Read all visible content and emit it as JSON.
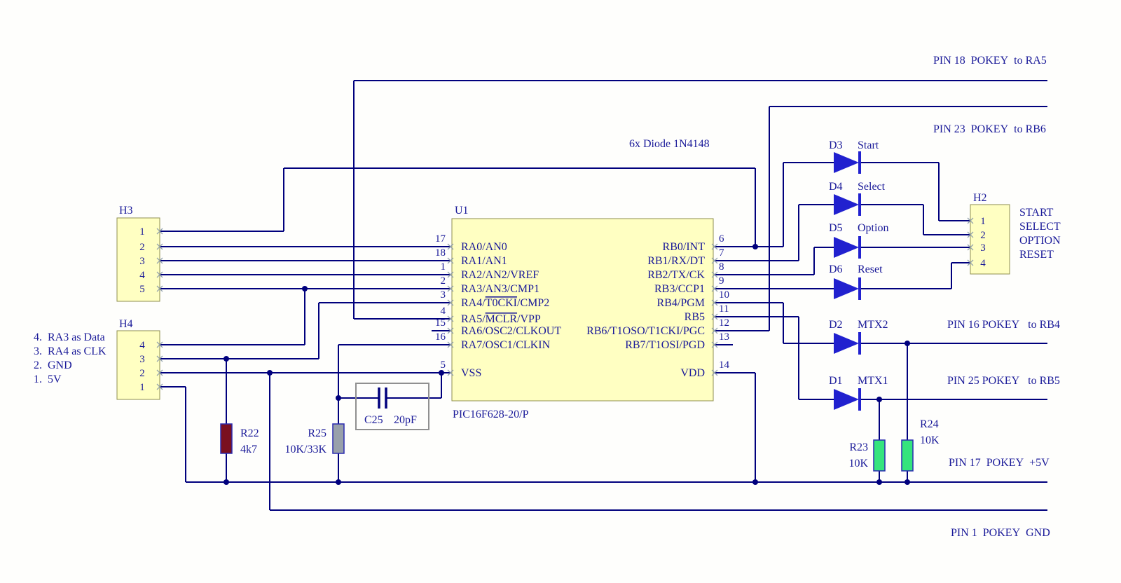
{
  "schematic": {
    "note_diodes": "6x Diode 1N4148",
    "part_label": "PIC16F628-20/P"
  },
  "h3": {
    "label": "H3",
    "pins": [
      "1",
      "2",
      "3",
      "4",
      "5"
    ]
  },
  "h4": {
    "label": "H4",
    "pins": [
      "4",
      "3",
      "2",
      "1"
    ],
    "notes": [
      "4.  RA3 as Data",
      "3.  RA4 as CLK",
      "2.  GND",
      "1.  5V"
    ]
  },
  "h2": {
    "label": "H2",
    "pins": [
      "1",
      "2",
      "3",
      "4"
    ],
    "functions": [
      "START",
      "SELECT",
      "OPTION",
      "RESET"
    ]
  },
  "u1": {
    "label": "U1",
    "left_pins": [
      {
        "num": "17",
        "pre": "RA0/AN0",
        "over": "",
        "post": ""
      },
      {
        "num": "18",
        "pre": "RA1/AN1",
        "over": "",
        "post": ""
      },
      {
        "num": "1",
        "pre": "RA2/AN2/VREF",
        "over": "",
        "post": ""
      },
      {
        "num": "2",
        "pre": "RA3/AN3/CMP1",
        "over": "",
        "post": ""
      },
      {
        "num": "3",
        "pre": "RA4/",
        "over": "T0CKI",
        "post": "/CMP2"
      },
      {
        "num": "4",
        "pre": "RA5/",
        "over": "MCLR",
        "post": "/VPP"
      },
      {
        "num": "15",
        "pre": "RA6/OSC2/CLKOUT",
        "over": "",
        "post": ""
      },
      {
        "num": "16",
        "pre": "RA7/OSC1/CLKIN",
        "over": "",
        "post": ""
      },
      {
        "num": "5",
        "pre": "VSS",
        "over": "",
        "post": ""
      }
    ],
    "right_pins": [
      {
        "num": "6",
        "name": "RB0/INT"
      },
      {
        "num": "7",
        "name": "RB1/RX/DT"
      },
      {
        "num": "8",
        "name": "RB2/TX/CK"
      },
      {
        "num": "9",
        "name": "RB3/CCP1"
      },
      {
        "num": "10",
        "name": "RB4/PGM"
      },
      {
        "num": "11",
        "name": "RB5"
      },
      {
        "num": "12",
        "name": "RB6/T1OSO/T1CKI/PGC"
      },
      {
        "num": "13",
        "name": "RB7/T1OSI/PGD"
      },
      {
        "num": "14",
        "name": "VDD"
      }
    ]
  },
  "diodes": [
    {
      "ref": "D3",
      "name": "Start"
    },
    {
      "ref": "D4",
      "name": "Select"
    },
    {
      "ref": "D5",
      "name": "Option"
    },
    {
      "ref": "D6",
      "name": "Reset"
    },
    {
      "ref": "D2",
      "name": "MTX2"
    },
    {
      "ref": "D1",
      "name": "MTX1"
    }
  ],
  "resistors": {
    "r22": {
      "ref": "R22",
      "value": "4k7"
    },
    "r25": {
      "ref": "R25",
      "value": "10K/33K"
    },
    "r23": {
      "ref": "R23",
      "value": "10K"
    },
    "r24": {
      "ref": "R24",
      "value": "10K"
    }
  },
  "capacitor": {
    "ref": "C25",
    "value": "20pF"
  },
  "pokey": {
    "ra5": "PIN 18  POKEY  to RA5",
    "rb6": "PIN 23  POKEY  to RB6",
    "rb4": "PIN 16 POKEY   to RB4",
    "rb5": "PIN 25 POKEY   to RB5",
    "v5": "PIN 17  POKEY  +5V",
    "gnd": "PIN 1  POKEY  GND"
  },
  "colors": {
    "wire": "#00007d",
    "text": "#1a1a99",
    "diode_blue": "#2121cf",
    "component_yellow": "#ffffc2",
    "r22_body": "#7a1020",
    "r25_body": "#98a0aa",
    "green_resistor": "#35e47d"
  }
}
